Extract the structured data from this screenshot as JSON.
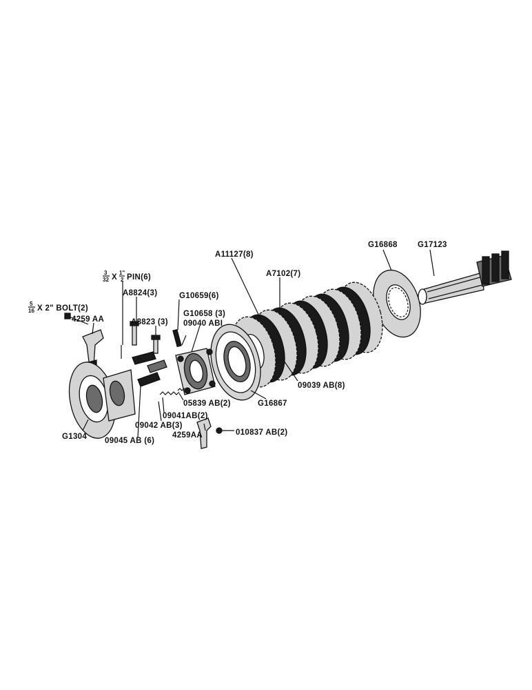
{
  "diagram": {
    "labels": {
      "G17123": "G17123",
      "G16868": "G16868",
      "A11127": "A11127(8)",
      "A7102": "A7102(7)",
      "pin_frac_a_num": "3",
      "pin_frac_a_den": "32",
      "pin_mid": "X",
      "pin_frac_b_num": "1\"",
      "pin_frac_b_den": "2",
      "pin_tail": "PIN(6)",
      "A8824": "A8824(3)",
      "G10659": "G10659(6)",
      "bolt_frac_num": "5",
      "bolt_frac_den": "16",
      "bolt_tail": "X 2\" BOLT(2)",
      "4259AA_top": "4259 AA",
      "A8823": "A8823 (3)",
      "G10658": "G10658 (3)",
      "09040": "09040 ABI",
      "09039": "09039 AB(8)",
      "G16867": "G16867",
      "05839": "05839 AB(2)",
      "09041": "09041AB(2)",
      "09042": "09042 AB(3)",
      "4259AA_bottom": "4259AA",
      "010837": "010837 AB(2)",
      "G1304": "G1304",
      "09045": "09045 AB (6)"
    }
  }
}
